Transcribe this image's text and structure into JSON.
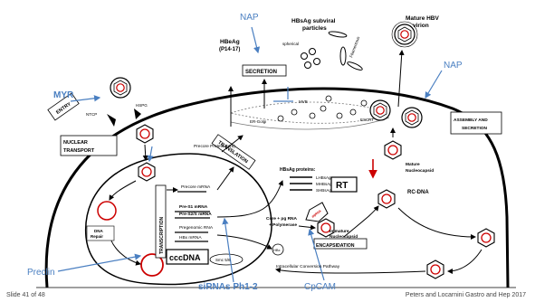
{
  "footer": {
    "slide": "Slide 41 of 48",
    "citation": "Peters and Locarnini Gastro and Hep 2017"
  },
  "drugs": {
    "nap_top": "NAP",
    "nap_right": "NAP",
    "myr": "MYR",
    "preclin": "Preclin",
    "sirnas": "siRNAs Ph1-2",
    "cpcam": "CpCAM"
  },
  "labels": {
    "hbsag_subviral_line1": "HBsAg subviral",
    "hbsag_subviral_line2": "particles",
    "spherical": "spherical",
    "filamentous": "Filamentous",
    "mature_virion_line1": "Mature HBV",
    "mature_virion_line2": "virion",
    "hbeag": "HBeAg",
    "hbeag_sub": "(P14-17)",
    "secretion": "SECRETION",
    "entry": "ENTRY",
    "ntcp": "NTCP",
    "hspg": "HSPG",
    "er_golgi": "ER-Golgi",
    "mvb": "MVB",
    "escrt": "ESCRT",
    "assembly_line1": "ASSEMBLY AND",
    "assembly_line2": "SECRETION",
    "nuclear_transport_line1": "NUCLEAR",
    "nuclear_transport_line2": "TRANSPORT",
    "precore_protein": "Precore Protein (p25)",
    "hbsag_proteins": "HBsAg proteins:",
    "lhbsag": "LHBsAg",
    "mhbsag": "MHBsAg",
    "shbsag": "SHBsAg",
    "translation": "TRANSLATION",
    "transcription": "TRANSCRIPTION",
    "precore_mrna": "Precore mRNA",
    "pre_s1": "Pre-S1 mRNA",
    "pre_s2": "Pre-S2/S mRNA",
    "pregenomic": "Pregenomic RNA",
    "hbx_mrna": "HBx mRNA",
    "hbx": "HBx",
    "dna_repair_line1": "DNA",
    "dna_repair_line2": "Repair",
    "cccdna": "cccDNA",
    "smc": "Smc 5/6",
    "core_pg_line1": "Core + pg RNA",
    "core_pg_line2": "+ Polymerase",
    "pol": "pgRNA",
    "immature_line1": "Immature",
    "immature_line2": "Nucleocapsid",
    "encapsidation": "ENCAPSIDATION",
    "rt": "RT",
    "mature_nc_line1": "Mature",
    "mature_nc_line2": "Nucleocapsid",
    "rc_dna": "RC-DNA",
    "intracellular": "Intracellular Conversion Pathway"
  }
}
